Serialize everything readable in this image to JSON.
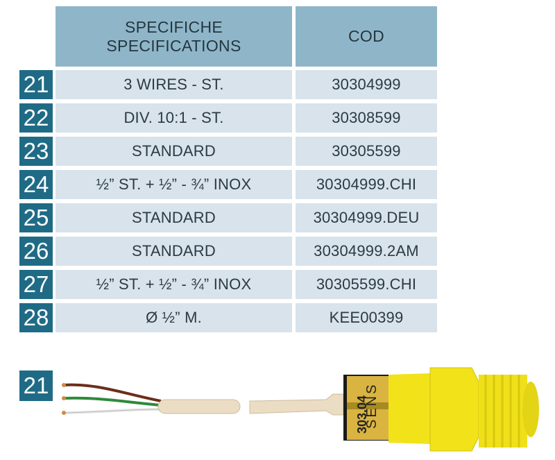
{
  "table": {
    "header_spec": "SPECIFICHE\nSPECIFICATIONS",
    "header_spec_line1": "SPECIFICHE",
    "header_spec_line2": "SPECIFICATIONS",
    "header_cod": "COD",
    "rows": [
      {
        "num": "21",
        "spec": "3 WIRES - ST.",
        "cod": "30304999"
      },
      {
        "num": "22",
        "spec": "DIV. 10:1 - ST.",
        "cod": "30308599"
      },
      {
        "num": "23",
        "spec": "STANDARD",
        "cod": "30305599"
      },
      {
        "num": "24",
        "spec": "½” ST. + ½” - ¾” INOX",
        "cod": "30304999.CHI"
      },
      {
        "num": "25",
        "spec": "STANDARD",
        "cod": "30304999.DEU"
      },
      {
        "num": "26",
        "spec": "STANDARD",
        "cod": "30304999.2AM"
      },
      {
        "num": "27",
        "spec": "½” ST. + ½” - ¾” INOX",
        "cod": "30305599.CHI"
      },
      {
        "num": "28",
        "spec": "Ø ½” M.",
        "cod": "KEE00399"
      }
    ]
  },
  "photo": {
    "label": "21",
    "sensor_text": "SENS",
    "sensor_code": "303.04"
  },
  "colors": {
    "header_bg": "#8fb6c8",
    "cell_bg": "#d8e3ec",
    "number_bg": "#1f6b86",
    "sensor_yellow": "#f2e21a"
  }
}
